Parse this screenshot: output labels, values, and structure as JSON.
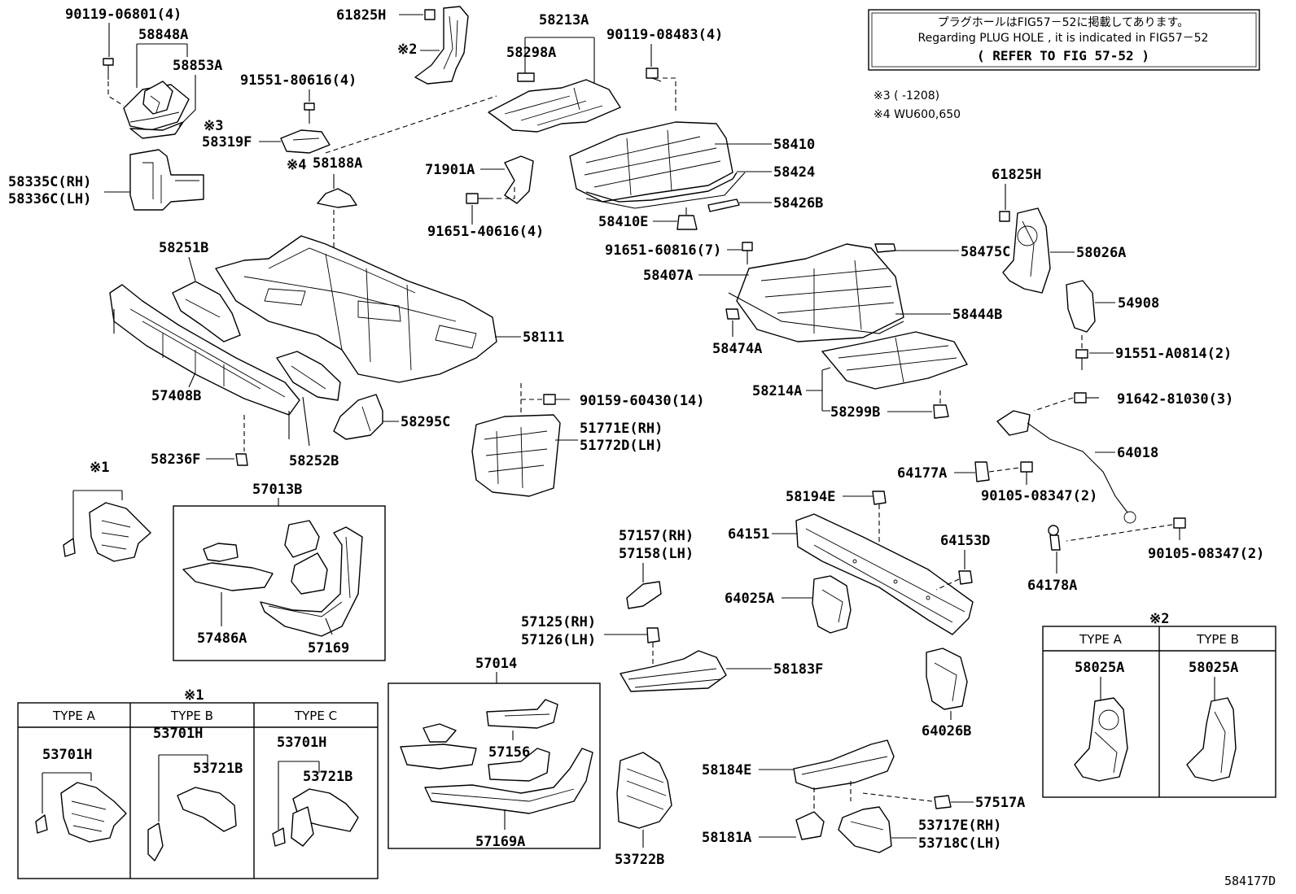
{
  "drawing_id": "584177D",
  "notice": {
    "line1": "プラグホールはFIG57－52に掲載してあります。",
    "line2": "Regarding PLUG HOLE , it is indicated in FIG57－52",
    "line3": "(      REFER TO FIG 57-52       )"
  },
  "footnotes": {
    "note3": "※3 (      -1208)",
    "note4": "※4 WU600,650"
  },
  "marks": {
    "m1": "※1",
    "m2": "※2",
    "m3": "※3",
    "m4": "※4"
  },
  "labels": {
    "p90119_06801": "90119-06801(4)",
    "p58848A": "58848A",
    "p58853A": "58853A",
    "p61825H_top": "61825H",
    "p58213A": "58213A",
    "p58298A": "58298A",
    "p90119_08483": "90119-08483(4)",
    "p91551_80616": "91551-80616(4)",
    "p58319F": "58319F",
    "p58188A": "58188A",
    "p58335C": "58335C(RH)",
    "p58336C": "58336C(LH)",
    "p71901A": "71901A",
    "p91651_40616": "91651-40616(4)",
    "p58410": "58410",
    "p58424": "58424",
    "p58426B": "58426B",
    "p58410E": "58410E",
    "p61825H_right": "61825H",
    "p91651_60816": "91651-60816(7)",
    "p58475C": "58475C",
    "p58026A": "58026A",
    "p58407A": "58407A",
    "p54908": "54908",
    "p58444B": "58444B",
    "p58251B": "58251B",
    "p58111": "58111",
    "p58474A": "58474A",
    "p91551_A0814": "91551-A0814(2)",
    "p57408B": "57408B",
    "p58214A": "58214A",
    "p58299B": "58299B",
    "p90159_60430": "90159-60430(14)",
    "p91642_81030": "91642-81030(3)",
    "p58295C": "58295C",
    "p51771E": "51771E(RH)",
    "p51772D": "51772D(LH)",
    "p64018": "64018",
    "p58236F": "58236F",
    "p58252B": "58252B",
    "p64177A": "64177A",
    "p90105_08347_a": "90105-08347(2)",
    "p57013B": "57013B",
    "p58194E": "58194E",
    "p64151": "64151",
    "p64153D": "64153D",
    "p57157": "57157(RH)",
    "p57158": "57158(LH)",
    "p90105_08347_b": "90105-08347(2)",
    "p64178A": "64178A",
    "p64025A": "64025A",
    "p57486A": "57486A",
    "p57169": "57169",
    "p57125": "57125(RH)",
    "p57126": "57126(LH)",
    "p58183F": "58183F",
    "p57014": "57014",
    "p64026B": "64026B",
    "p57156": "57156",
    "p58184E": "58184E",
    "p57517A": "57517A",
    "p53717E": "53717E(RH)",
    "p53718C": "53718C(LH)",
    "p58181A": "58181A",
    "p57169A": "57169A",
    "p53722B": "53722B",
    "p53701H_a": "53701H",
    "p53701H_b": "53701H",
    "p53721B_b": "53721B",
    "p53701H_c": "53701H",
    "p53721B_c": "53721B",
    "p58025A_a": "58025A",
    "p58025A_b": "58025A"
  },
  "type_table_1": {
    "type_a": "TYPE A",
    "type_b": "TYPE B",
    "type_c": "TYPE C"
  },
  "type_table_2": {
    "type_a": "TYPE A",
    "type_b": "TYPE B"
  }
}
